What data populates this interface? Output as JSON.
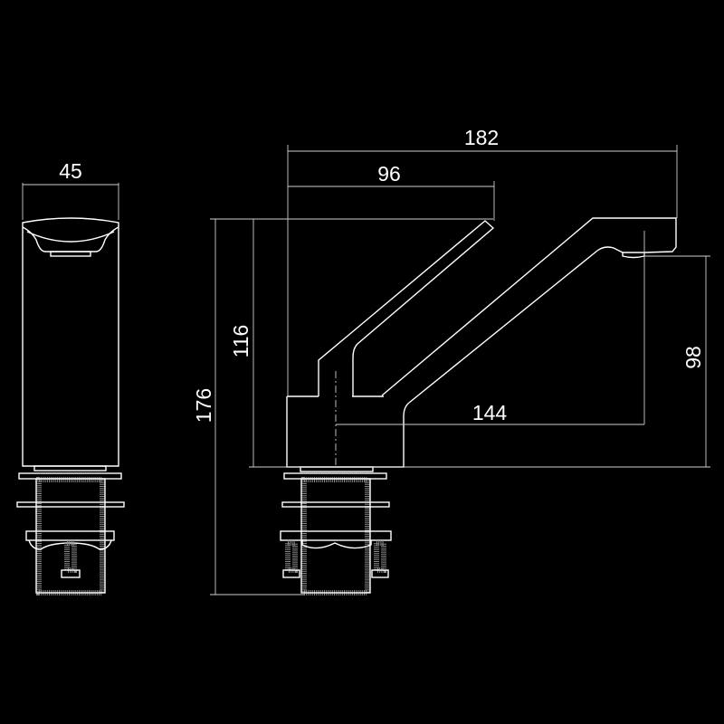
{
  "drawing": {
    "colors": {
      "background": "#000000",
      "line": "#ffffff"
    },
    "dimensions": {
      "front_width": "45",
      "overall_length": "182",
      "handle_reach": "96",
      "overall_height": "176",
      "body_height": "116",
      "spout_height": "98",
      "spout_reach": "144"
    }
  }
}
